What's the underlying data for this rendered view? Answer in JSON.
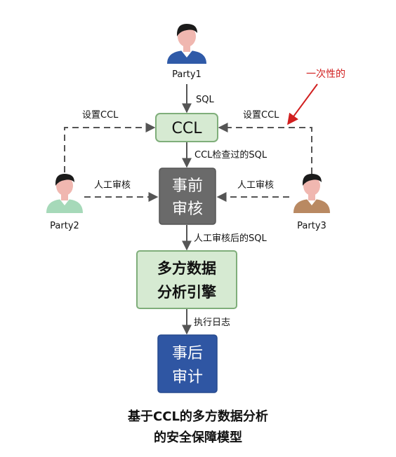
{
  "parties": {
    "party1": {
      "name": "Party1",
      "shirt_color": "#2f5aa8",
      "icon": "person-icon"
    },
    "party2": {
      "name": "Party2",
      "shirt_color": "#a6d9b9",
      "icon": "person-icon"
    },
    "party3": {
      "name": "Party3",
      "shirt_color": "#b98962",
      "icon": "person-icon"
    }
  },
  "edges": {
    "sql": "SQL",
    "set_ccl_left": "设置CCL",
    "set_ccl_right": "设置CCL",
    "ccl_checked_sql": "CCL检查过的SQL",
    "manual_review_left": "人工审核",
    "manual_review_right": "人工审核",
    "reviewed_sql": "人工审核后的SQL",
    "exec_log": "执行日志"
  },
  "annotation": {
    "one_time": "一次性的",
    "color": "#d11f1f"
  },
  "nodes": {
    "ccl": {
      "label": "CCL",
      "fill": "#d6ead2",
      "border": "#7fae7a"
    },
    "pre_review": {
      "line1": "事前",
      "line2": "审核",
      "fill": "#6a6a6a"
    },
    "engine": {
      "line1": "多方数据",
      "line2": "分析引擎",
      "fill": "#d6ead2",
      "border": "#7fae7a"
    },
    "post_audit": {
      "line1": "事后",
      "line2": "审计",
      "fill": "#2f56a3"
    }
  },
  "caption": {
    "line1": "基于CCL的多方数据分析",
    "line2": "的安全保障模型"
  }
}
